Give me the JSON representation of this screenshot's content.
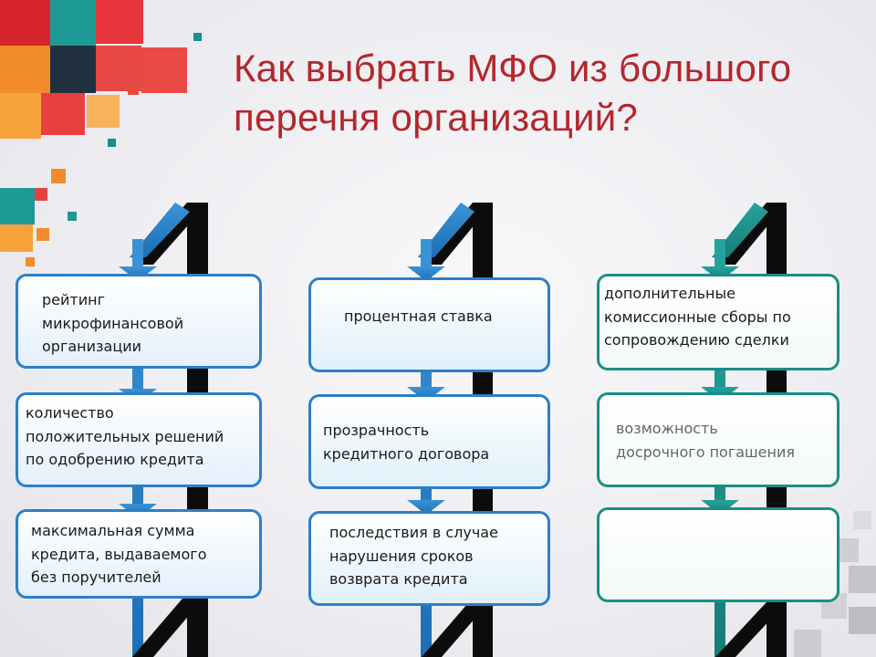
{
  "title": {
    "line1": "Как выбрать МФО из большого",
    "line2": "перечня организаций?"
  },
  "colors": {
    "title": "#b3272c",
    "blue_column": "#2c7fc6",
    "teal_column": "#1b8e86",
    "decor_red": "#e84040",
    "decor_teal": "#178f8f",
    "decor_orange": "#f7a13a",
    "decor_dark": "#2a3a4a"
  },
  "columns": [
    {
      "id": "col1",
      "boxes": [
        {
          "lines": [
            "рейтинг",
            "микрофинансовой",
            "организации"
          ]
        },
        {
          "lines": [
            "количество",
            "положительных решений",
            "по одобрению кредита"
          ]
        },
        {
          "lines": [
            "максимальная сумма",
            "кредита, выдаваемого",
            "без поручителей"
          ]
        }
      ]
    },
    {
      "id": "col2",
      "boxes": [
        {
          "lines": [
            "процентная ставка"
          ]
        },
        {
          "lines": [
            "прозрачность",
            "кредитного договора"
          ]
        },
        {
          "lines": [
            "последствия в случае",
            "нарушения сроков",
            "возврата кредита"
          ]
        }
      ]
    },
    {
      "id": "col3",
      "boxes": [
        {
          "lines": [
            "дополнительные",
            "комиссионные сборы по",
            "сопровождению сделки"
          ]
        },
        {
          "lines": [
            "возможность",
            "досрочного погашения"
          ]
        },
        {
          "lines": []
        }
      ]
    }
  ]
}
